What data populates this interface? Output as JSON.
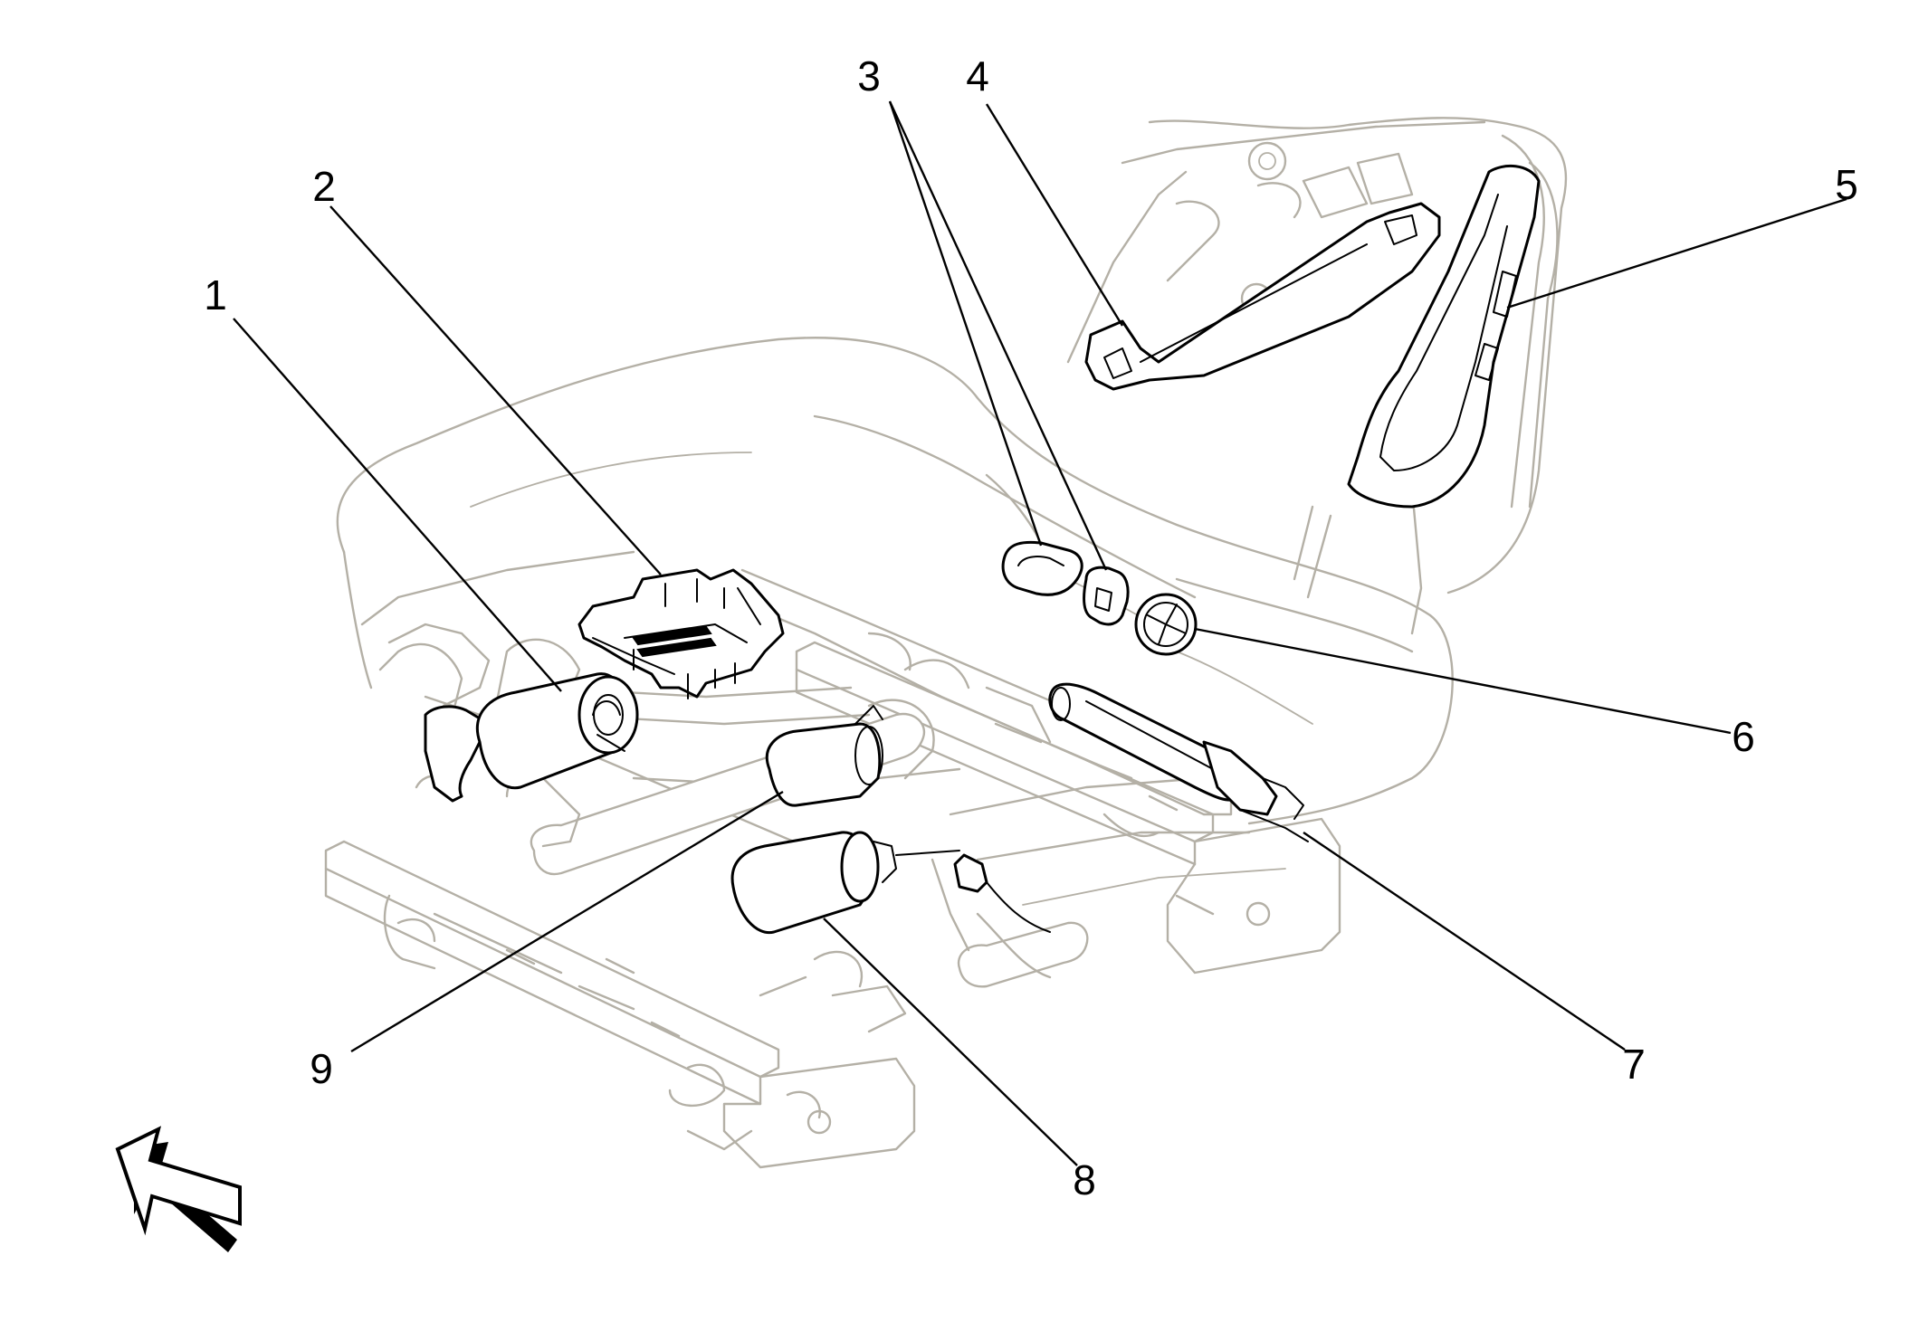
{
  "callouts": [
    {
      "id": "1",
      "label": "1"
    },
    {
      "id": "2",
      "label": "2"
    },
    {
      "id": "3",
      "label": "3"
    },
    {
      "id": "4",
      "label": "4"
    },
    {
      "id": "5",
      "label": "5"
    },
    {
      "id": "6",
      "label": "6"
    },
    {
      "id": "7",
      "label": "7"
    },
    {
      "id": "8",
      "label": "8"
    },
    {
      "id": "9",
      "label": "9"
    }
  ],
  "colors": {
    "seat_outline": "#b4b0a6",
    "highlight_parts": "#000000",
    "background": "#ffffff"
  },
  "icons": {
    "direction_indicator": "forward-arrow-icon"
  }
}
